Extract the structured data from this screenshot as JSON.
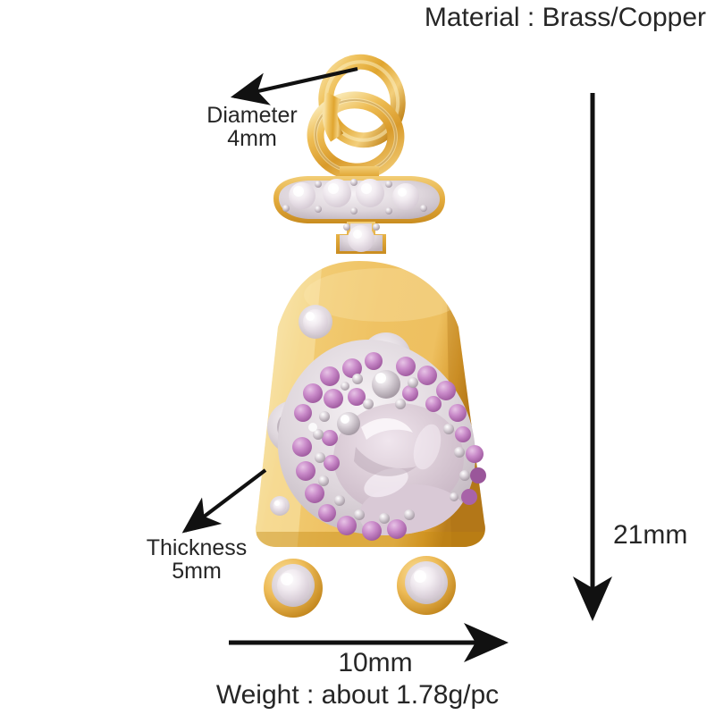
{
  "image": {
    "subject": "gold-plated bear charm pendant with pink and clear cubic zirconia",
    "background_color": "#ffffff",
    "annotation_color": "#262626"
  },
  "annotations": {
    "material": "Material : Brass/Copper",
    "diameter_label": "Diameter",
    "diameter_value": "4mm",
    "thickness_label": "Thickness",
    "thickness_value": "5mm",
    "width": "10mm",
    "height": "21mm",
    "weight": "Weight : about 1.78g/pc"
  },
  "measurements": {
    "ring_diameter_mm": 4,
    "thickness_mm": 5,
    "width_mm": 10,
    "height_mm": 21,
    "weight_g_per_pc": 1.78
  },
  "colors": {
    "gold_light": "#f7dfa2",
    "gold_mid": "#efc463",
    "gold_deep": "#d99a2c",
    "gold_shadow": "#b4761a",
    "silver_light": "#e9e4e8",
    "silver_mid": "#c9c0c8",
    "silver_dark": "#9b9199",
    "cz_clear": "#f3eef2",
    "cz_pink": "#c98ac9",
    "cz_pink_deep": "#a85fa8",
    "enamel_lavender": "#ded0da"
  }
}
